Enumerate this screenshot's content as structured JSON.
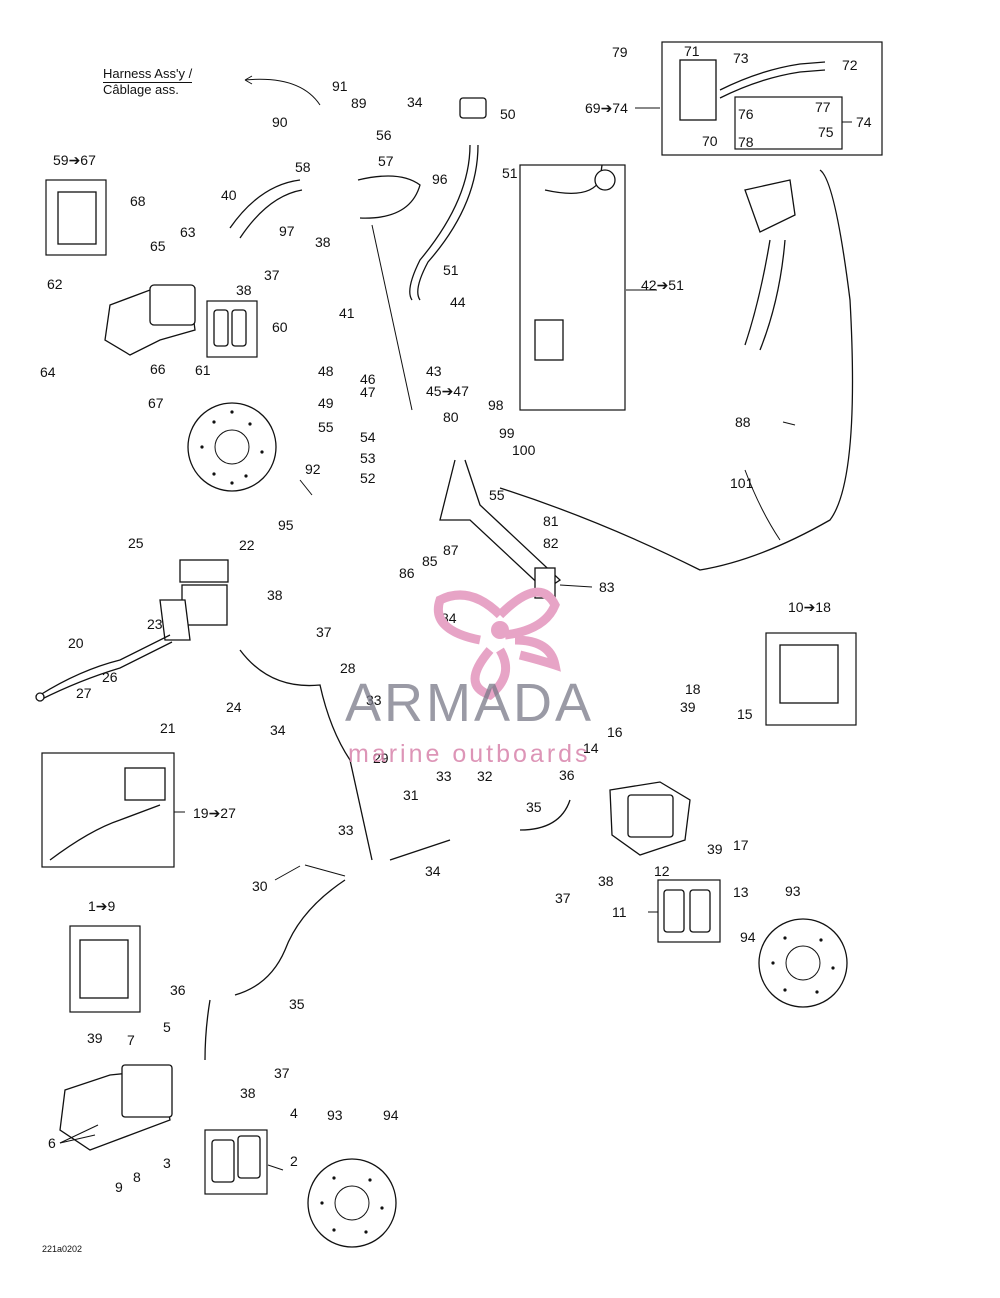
{
  "diagram": {
    "harness_label_line1": "Harness Ass'y /",
    "harness_label_line2": "Câblage ass.",
    "drawing_code": "221a0202",
    "labels": [
      {
        "id": "l1-9",
        "text": "1➔9"
      },
      {
        "id": "l2",
        "text": "2"
      },
      {
        "id": "l3",
        "text": "3"
      },
      {
        "id": "l4",
        "text": "4"
      },
      {
        "id": "l5",
        "text": "5"
      },
      {
        "id": "l6",
        "text": "6"
      },
      {
        "id": "l7",
        "text": "7"
      },
      {
        "id": "l8",
        "text": "8"
      },
      {
        "id": "l9",
        "text": "9"
      },
      {
        "id": "l10-18",
        "text": "10➔18"
      },
      {
        "id": "l11",
        "text": "11"
      },
      {
        "id": "l12",
        "text": "12"
      },
      {
        "id": "l13",
        "text": "13"
      },
      {
        "id": "l14",
        "text": "14"
      },
      {
        "id": "l15",
        "text": "15"
      },
      {
        "id": "l16",
        "text": "16"
      },
      {
        "id": "l17",
        "text": "17"
      },
      {
        "id": "l18",
        "text": "18"
      },
      {
        "id": "l19-27",
        "text": "19➔27"
      },
      {
        "id": "l20",
        "text": "20"
      },
      {
        "id": "l21",
        "text": "21"
      },
      {
        "id": "l22",
        "text": "22"
      },
      {
        "id": "l23",
        "text": "23"
      },
      {
        "id": "l24",
        "text": "24"
      },
      {
        "id": "l25",
        "text": "25"
      },
      {
        "id": "l26",
        "text": "26"
      },
      {
        "id": "l27",
        "text": "27"
      },
      {
        "id": "l28",
        "text": "28"
      },
      {
        "id": "l29",
        "text": "29"
      },
      {
        "id": "l30",
        "text": "30"
      },
      {
        "id": "l31",
        "text": "31"
      },
      {
        "id": "l32",
        "text": "32"
      },
      {
        "id": "l33a",
        "text": "33"
      },
      {
        "id": "l33b",
        "text": "33"
      },
      {
        "id": "l33c",
        "text": "33"
      },
      {
        "id": "l34a",
        "text": "34"
      },
      {
        "id": "l34b",
        "text": "34"
      },
      {
        "id": "l34c",
        "text": "34"
      },
      {
        "id": "l35a",
        "text": "35"
      },
      {
        "id": "l35b",
        "text": "35"
      },
      {
        "id": "l36a",
        "text": "36"
      },
      {
        "id": "l36b",
        "text": "36"
      },
      {
        "id": "l37a",
        "text": "37"
      },
      {
        "id": "l37b",
        "text": "37"
      },
      {
        "id": "l37c",
        "text": "37"
      },
      {
        "id": "l37d",
        "text": "37"
      },
      {
        "id": "l38a",
        "text": "38"
      },
      {
        "id": "l38b",
        "text": "38"
      },
      {
        "id": "l38c",
        "text": "38"
      },
      {
        "id": "l38d",
        "text": "38"
      },
      {
        "id": "l38e",
        "text": "38"
      },
      {
        "id": "l39a",
        "text": "39"
      },
      {
        "id": "l39b",
        "text": "39"
      },
      {
        "id": "l39c",
        "text": "39"
      },
      {
        "id": "l40",
        "text": "40"
      },
      {
        "id": "l41",
        "text": "41"
      },
      {
        "id": "l42-51",
        "text": "42➔51"
      },
      {
        "id": "l43",
        "text": "43"
      },
      {
        "id": "l44",
        "text": "44"
      },
      {
        "id": "l45-47",
        "text": "45➔47"
      },
      {
        "id": "l46",
        "text": "46"
      },
      {
        "id": "l47",
        "text": "47"
      },
      {
        "id": "l48",
        "text": "48"
      },
      {
        "id": "l49",
        "text": "49"
      },
      {
        "id": "l50",
        "text": "50"
      },
      {
        "id": "l51a",
        "text": "51"
      },
      {
        "id": "l51b",
        "text": "51"
      },
      {
        "id": "l52",
        "text": "52"
      },
      {
        "id": "l53",
        "text": "53"
      },
      {
        "id": "l54",
        "text": "54"
      },
      {
        "id": "l55a",
        "text": "55"
      },
      {
        "id": "l55b",
        "text": "55"
      },
      {
        "id": "l56",
        "text": "56"
      },
      {
        "id": "l57",
        "text": "57"
      },
      {
        "id": "l58",
        "text": "58"
      },
      {
        "id": "l59-67",
        "text": "59➔67"
      },
      {
        "id": "l60",
        "text": "60"
      },
      {
        "id": "l61",
        "text": "61"
      },
      {
        "id": "l62",
        "text": "62"
      },
      {
        "id": "l63",
        "text": "63"
      },
      {
        "id": "l64",
        "text": "64"
      },
      {
        "id": "l65",
        "text": "65"
      },
      {
        "id": "l66",
        "text": "66"
      },
      {
        "id": "l67",
        "text": "67"
      },
      {
        "id": "l68",
        "text": "68"
      },
      {
        "id": "l69-74",
        "text": "69➔74"
      },
      {
        "id": "l70",
        "text": "70"
      },
      {
        "id": "l71",
        "text": "71"
      },
      {
        "id": "l72",
        "text": "72"
      },
      {
        "id": "l73",
        "text": "73"
      },
      {
        "id": "l74",
        "text": "74"
      },
      {
        "id": "l75",
        "text": "75"
      },
      {
        "id": "l76",
        "text": "76"
      },
      {
        "id": "l77",
        "text": "77"
      },
      {
        "id": "l78",
        "text": "78"
      },
      {
        "id": "l79",
        "text": "79"
      },
      {
        "id": "l80",
        "text": "80"
      },
      {
        "id": "l81",
        "text": "81"
      },
      {
        "id": "l82",
        "text": "82"
      },
      {
        "id": "l83",
        "text": "83"
      },
      {
        "id": "l84",
        "text": "84"
      },
      {
        "id": "l85",
        "text": "85"
      },
      {
        "id": "l86",
        "text": "86"
      },
      {
        "id": "l87",
        "text": "87"
      },
      {
        "id": "l88",
        "text": "88"
      },
      {
        "id": "l89",
        "text": "89"
      },
      {
        "id": "l90",
        "text": "90"
      },
      {
        "id": "l91",
        "text": "91"
      },
      {
        "id": "l92",
        "text": "92"
      },
      {
        "id": "l93a",
        "text": "93"
      },
      {
        "id": "l93b",
        "text": "93"
      },
      {
        "id": "l94a",
        "text": "94"
      },
      {
        "id": "l94b",
        "text": "94"
      },
      {
        "id": "l95",
        "text": "95"
      },
      {
        "id": "l96",
        "text": "96"
      },
      {
        "id": "l97",
        "text": "97"
      },
      {
        "id": "l98",
        "text": "98"
      },
      {
        "id": "l99",
        "text": "99"
      },
      {
        "id": "l100",
        "text": "100"
      },
      {
        "id": "l101",
        "text": "101"
      }
    ]
  },
  "watermark": {
    "brand": "ARMADA",
    "tagline": "marine outboards",
    "logo_color": "#e7a4c6",
    "text_color": "#7a7a86"
  }
}
